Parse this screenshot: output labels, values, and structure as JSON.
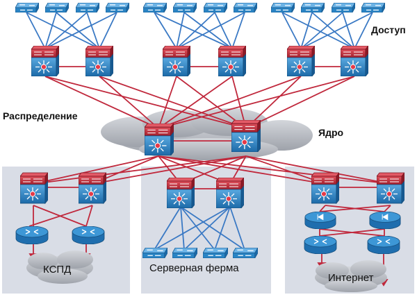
{
  "labels": {
    "access": "Доступ",
    "distribution": "Распределение",
    "core": "Ядро",
    "wan": "КСПД",
    "server_farm": "Серверная ферма",
    "internet": "Интернет"
  },
  "colors": {
    "red_link": "#c0283c",
    "blue_link": "#3a79c4",
    "device_blue": "#2a84c4",
    "device_red": "#c8313f",
    "panel_bg": "#d9dde6",
    "cloud": "#b8bcc4"
  },
  "icons": [
    "access-switch-icon",
    "multilayer-switch-icon",
    "router-icon",
    "firewall-icon",
    "cloud-icon"
  ]
}
